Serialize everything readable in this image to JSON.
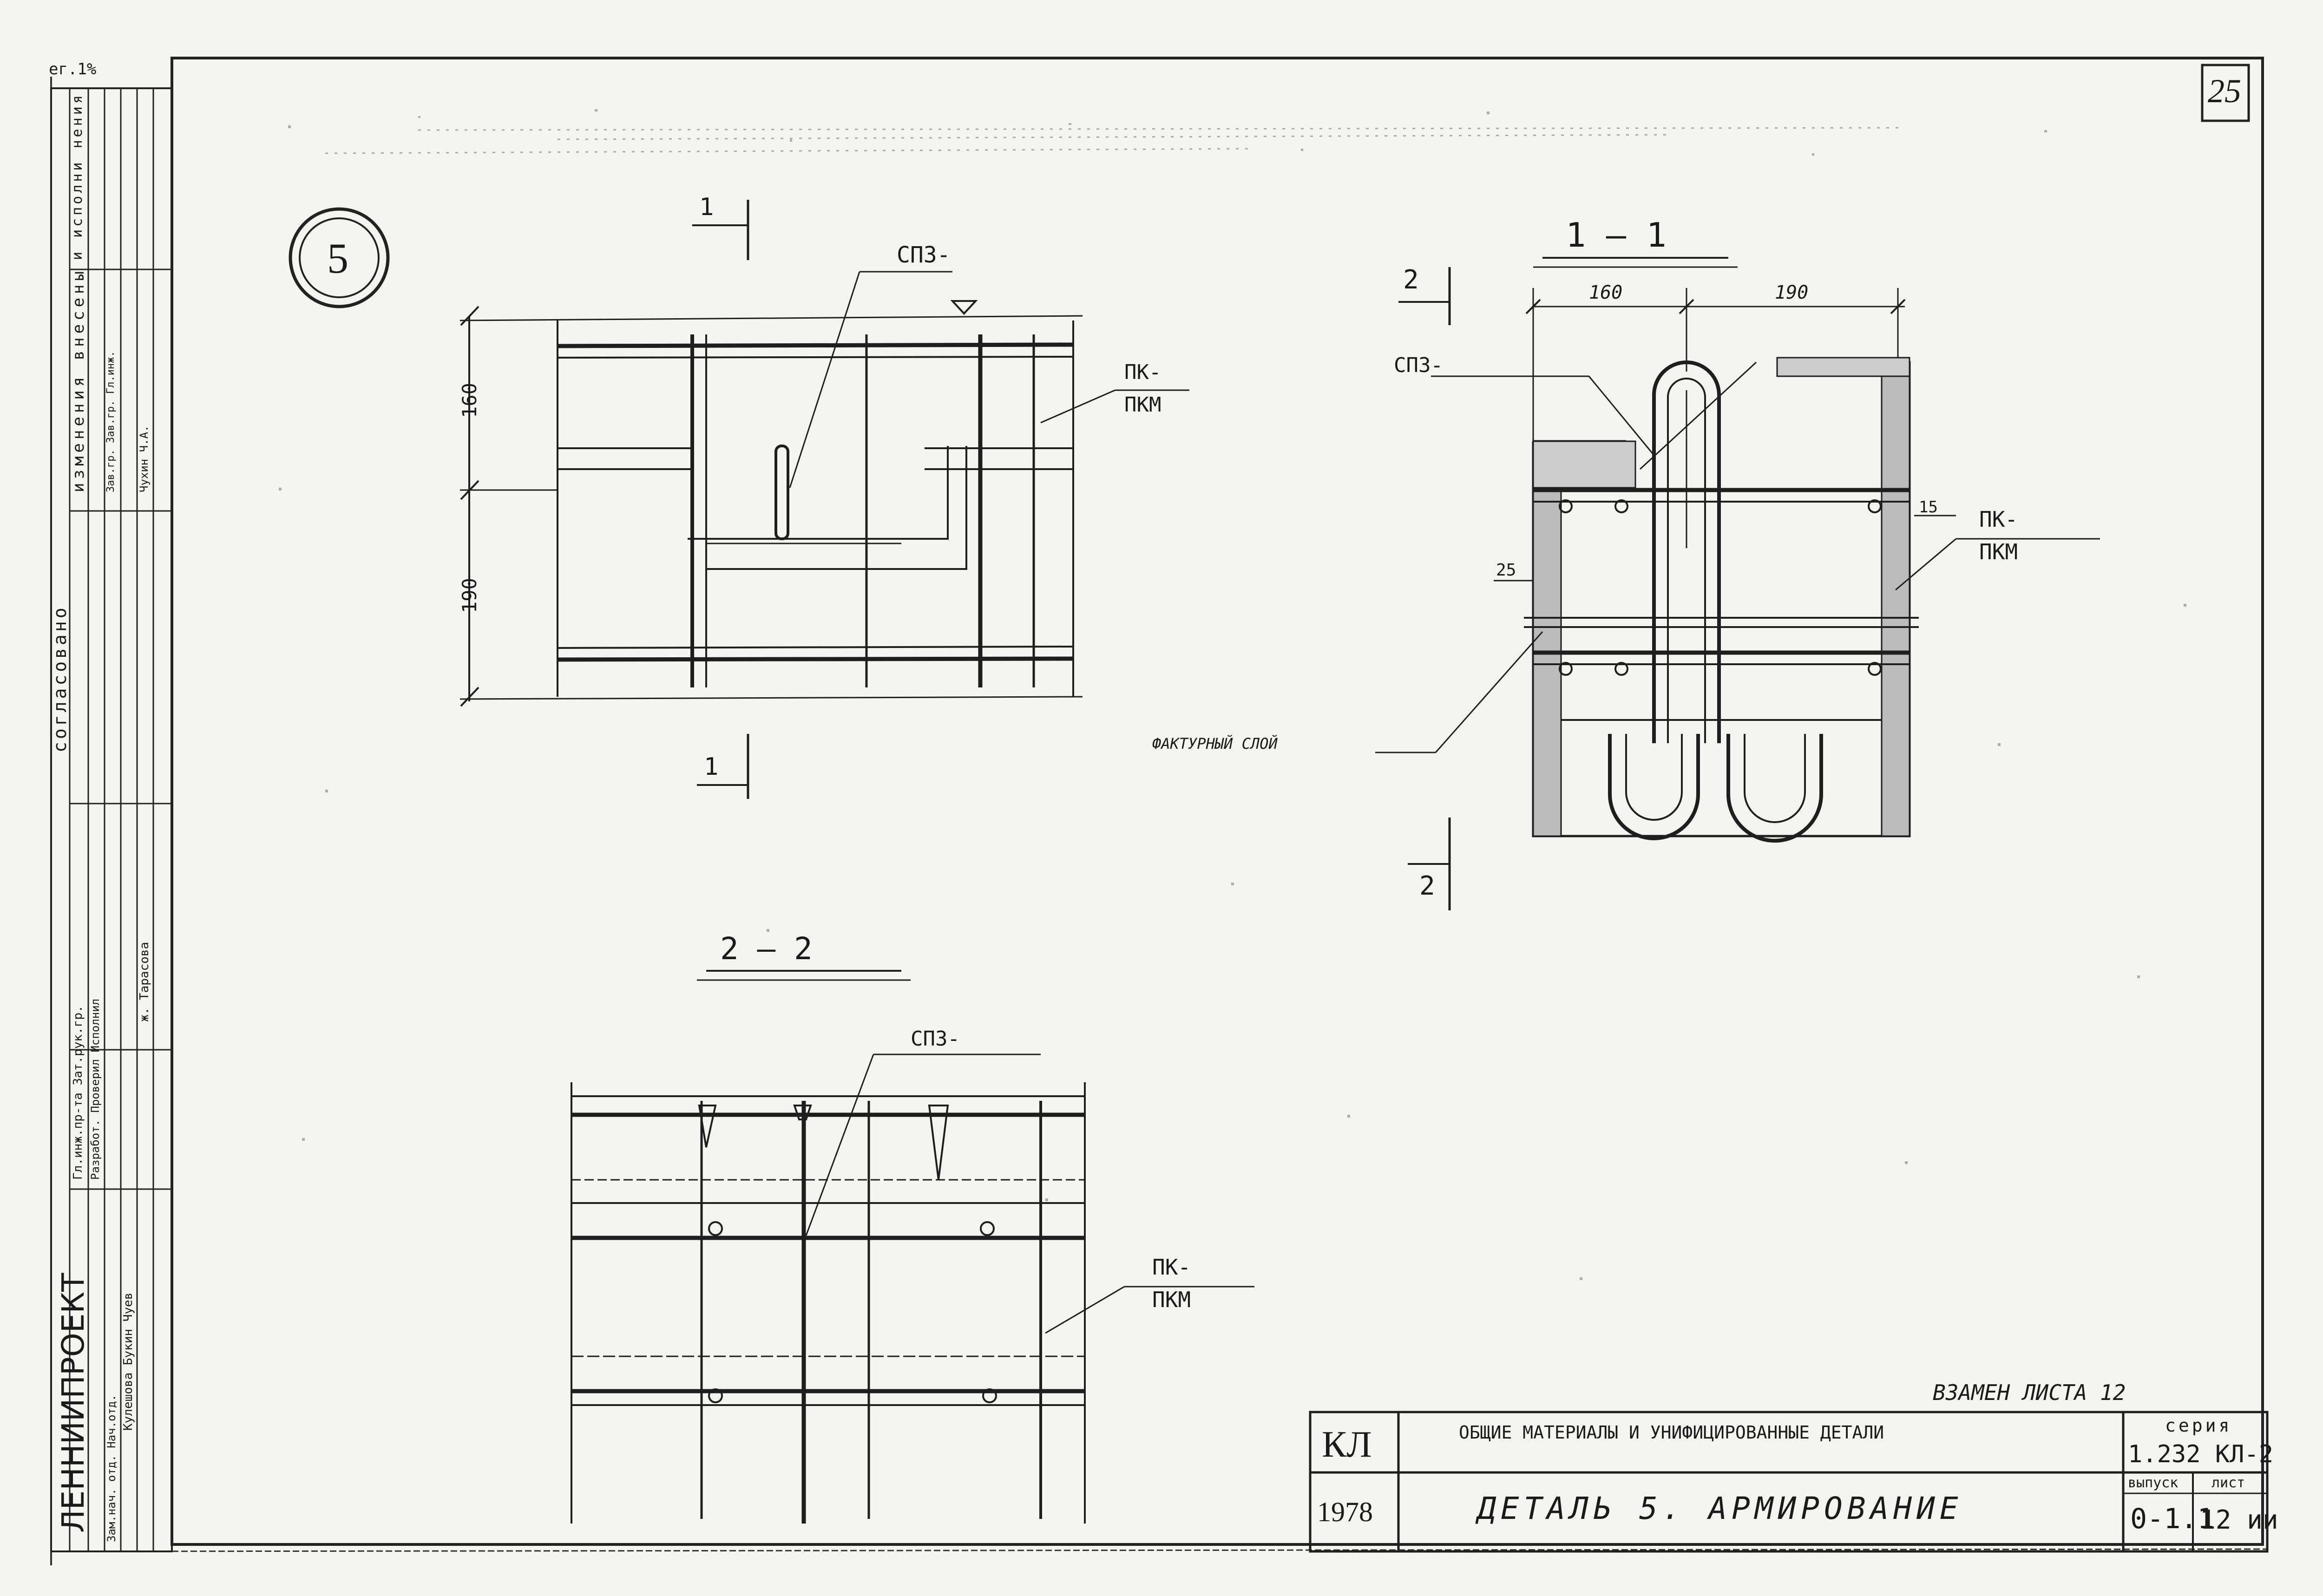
{
  "sheet": {
    "page_number": "25",
    "corner_mark": "ег.1%",
    "detail_number": "5"
  },
  "left_stamp": {
    "org": "ЛЕННИИПРОЕКТ",
    "agreed": "согласовано",
    "columns": [
      "Гл.инж.пр-та Зат.рук.гр.",
      "Разработ. Проверил Исполнил",
      "Кулешова Букин Чуев",
      "Зам.нач. отд. Нач.отд.",
      "ж. Тарасова",
      "изменения внесены",
      "Зав.гр. Зав.гр. Гл.инж.",
      "Чухин Ч.А.",
      "и исполни нения"
    ]
  },
  "section_1_1": {
    "title": "1 — 1",
    "dim_left": "160",
    "dim_right": "190",
    "cover_15": "15",
    "cover_25": "25",
    "label_sp3": "СПЗ-",
    "label_pk": "ПК-",
    "label_pkm": "ПКМ",
    "label_facing": "ФАКТУРНЫЙ СЛОЙ",
    "cut_2_top": "2",
    "cut_2_bottom": "2"
  },
  "plan_view": {
    "dim_top": "160",
    "dim_bottom": "190",
    "label_sp3": "СПЗ-",
    "label_pk": "ПК-",
    "label_pkm": "ПКМ",
    "cut_1_top": "1",
    "cut_1_bottom": "1"
  },
  "section_2_2": {
    "title": "2 — 2",
    "label_sp": "СП3-",
    "label_pk": "ПК-",
    "label_pkm": "ПКМ"
  },
  "title_block": {
    "replaces": "ВЗАМЕН ЛИСТА 12",
    "code": "КЛ",
    "year": "1978",
    "subject": "ОБЩИЕ МАТЕРИАЛЫ И УНИФИЦИРОВАННЫЕ ДЕТАЛИ",
    "sheet_title": "ДЕТАЛЬ 5. АРМИРОВАНИЕ",
    "series_label": "серия",
    "series_value": "1.232 КЛ-2",
    "issue_label": "выпуск",
    "issue_value": "0-1.1",
    "sheet_label": "лист",
    "sheet_value": "12 ии"
  }
}
